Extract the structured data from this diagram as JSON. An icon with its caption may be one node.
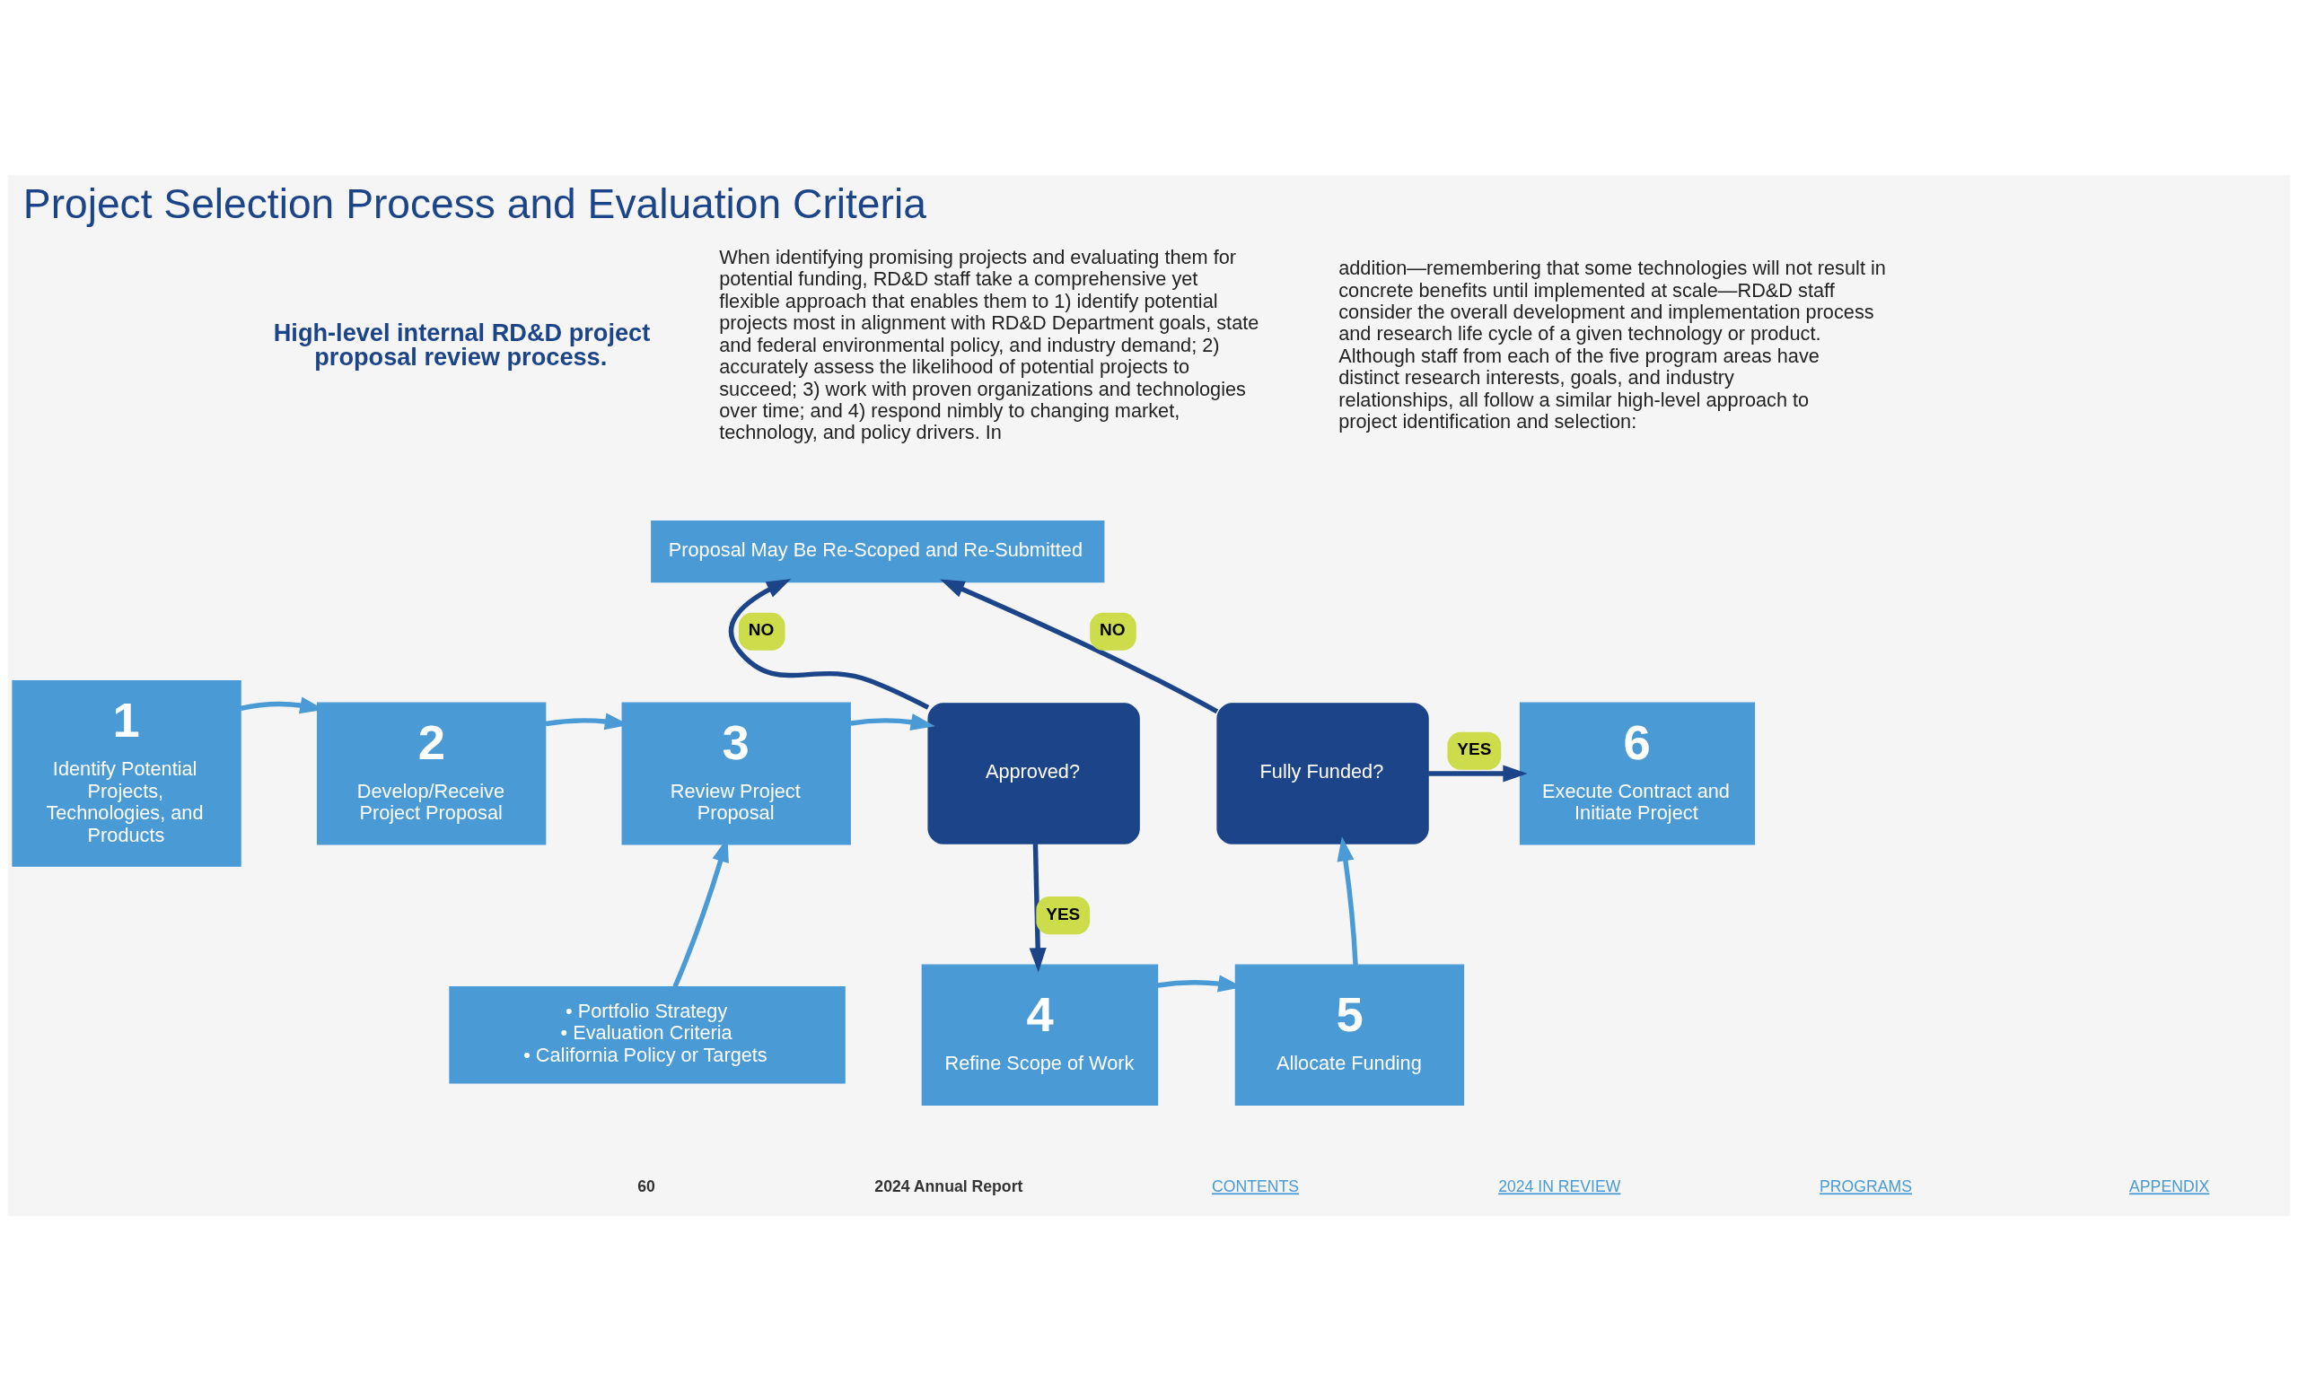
{
  "diagram": {
    "title": "Project Selection Process and Evaluation Criteria",
    "nodes": [
      {
        "text": [
          "Proposal May Be Re-Scoped and Re-Submitted"
        ]
      },
      {
        "text": [
          "1",
          "Identify Potential Projects, Technologies, and Products"
        ]
      },
      {
        "text": [
          "2",
          "Develop/Receive Project Proposal"
        ]
      },
      {
        "text": [
          "3",
          "Review Project Proposal"
        ]
      },
      {
        "text": [
          "Approved?"
        ]
      },
      {
        "text": [
          "Fully Funded?"
        ]
      },
      {
        "text": [
          "6",
          "Execute Contract and Initiate Project"
        ]
      },
      {
        "text": [
          "• Portfolio Strategy",
          "• Evaluation Criteria",
          "• California Policy or Targets"
        ]
      },
      {
        "text": [
          "4",
          "Refine Scope of Work"
        ]
      },
      {
        "text": [
          "5",
          "Allocate Funding"
        ]
      }
    ],
    "edges": [
      {
        "from": 1,
        "to": 2,
        "arrow": "to"
      },
      {
        "from": 2,
        "to": 3,
        "arrow": "to"
      },
      {
        "from": 3,
        "to": 4,
        "arrow": "to"
      },
      {
        "from": 4,
        "to": 0,
        "arrow": "to",
        "label": "NO",
        "color": "#1c4489"
      },
      {
        "from": 4,
        "to": 8,
        "arrow": "to",
        "label": "YES",
        "color": "#1c4489"
      },
      {
        "from": 5,
        "to": 0,
        "arrow": "to",
        "label": "NO",
        "color": "#1c4489"
      },
      {
        "from": 5,
        "to": 6,
        "arrow": "to",
        "label": "YES",
        "color": "#1c4489"
      },
      {
        "from": 7,
        "to": 3,
        "arrow": "to"
      },
      {
        "from": 8,
        "to": 9,
        "arrow": "to"
      },
      {
        "from": 9,
        "to": 5,
        "arrow": "to"
      }
    ],
    "labels": [
      "When identifying promising projects and evaluating them for potential funding, RD&D staff take a comprehensive yet flexible approach that enables them to 1) identify potential projects most in alignment with RD&D Department goals, state and federal environmental policy, and industry demand; 2) accurately assess the likelihood of potential projects to succeed; 3) work with proven organizations and technologies over time; and 4) respond nimbly to changing market, technology, and policy drivers. In",
      "addition—remembering that some technologies will not result in concrete benefits until implemented at scale—RD&D staff consider the overall development and implementation process and research life cycle of a given technology or product. Although staff from each of the five program areas have distinct research interests, goals, and industry relationships, all follow a similar high-level approach to project identification and selection:",
      "High-level internal RD&D project proposal review process.",
      "60",
      "2024 Annual Report",
      "CONTENTS",
      "2024 IN REVIEW",
      "PROGRAMS",
      "APPENDIX"
    ]
  }
}
